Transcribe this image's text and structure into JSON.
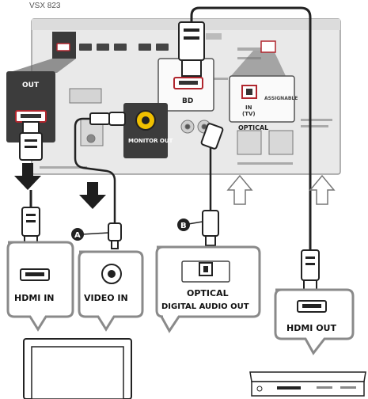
{
  "model": "VSX 823",
  "receiver": {
    "panel_labels": {
      "hdmi_out": "OUT",
      "bd_in": "BD",
      "in_label": "IN",
      "monitor_out": "MONITOR OUT",
      "optical": "OPTICAL",
      "optical_in": "IN",
      "optical_tv": "(TV)",
      "assignable": "ASSIGNABLE"
    }
  },
  "callouts": {
    "a": "A",
    "b": "B"
  },
  "tv": {
    "hdmi_in_label": "HDMI IN",
    "video_in_label": "VIDEO IN",
    "optical_label": "OPTICAL",
    "digital_audio_out_label": "DIGITAL AUDIO OUT"
  },
  "player": {
    "hdmi_out_label": "HDMI OUT"
  }
}
